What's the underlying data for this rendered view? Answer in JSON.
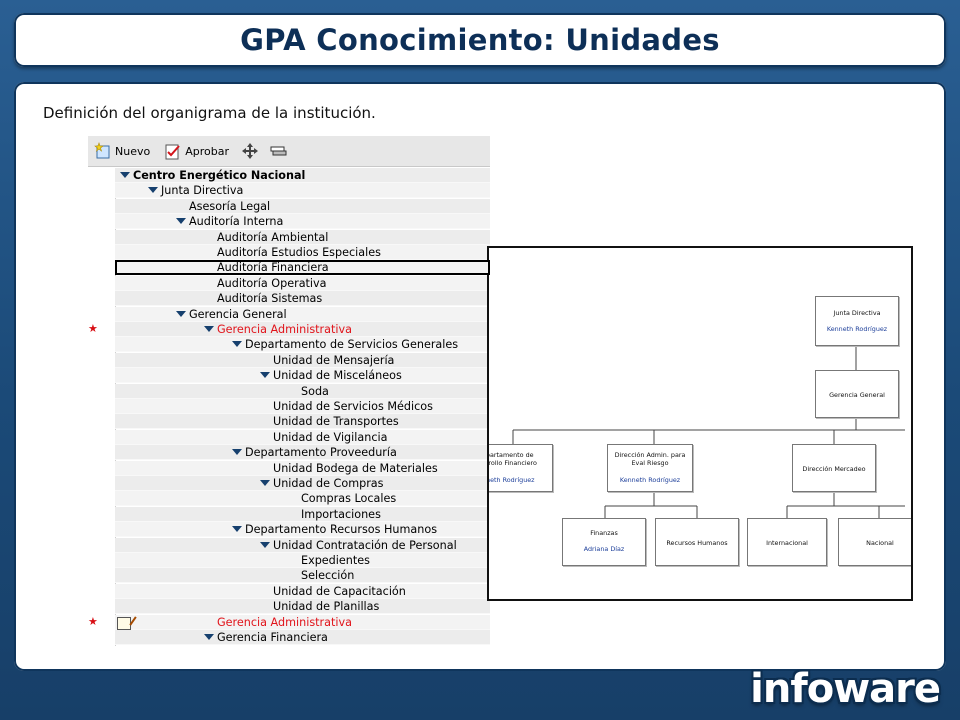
{
  "slide": {
    "title": "GPA Conocimiento: Unidades",
    "subtitle": "Definición del organigrama de la institución.",
    "logo": "infoware"
  },
  "toolbar": {
    "nuevo_label": "Nuevo",
    "aprobar_label": "Aprobar",
    "icons": [
      "new-icon",
      "approve-icon",
      "move-icon",
      "collapse-icon"
    ]
  },
  "tree": {
    "rows": [
      {
        "label": "Centro Energético Nacional",
        "level": 0,
        "expanded": true,
        "bold": true
      },
      {
        "label": "Junta Directiva",
        "level": 1,
        "expanded": true
      },
      {
        "label": "Asesoría Legal",
        "level": 2
      },
      {
        "label": "Auditoría Interna",
        "level": 2,
        "expanded": true
      },
      {
        "label": "Auditoría Ambiental",
        "level": 3
      },
      {
        "label": "Auditoría Estudios Especiales",
        "level": 3
      },
      {
        "label": "Auditoría Financiera",
        "level": 3,
        "selected": true
      },
      {
        "label": "Auditoría Operativa",
        "level": 3
      },
      {
        "label": "Auditoría Sistemas",
        "level": 3
      },
      {
        "label": "Gerencia General",
        "level": 2,
        "expanded": true
      },
      {
        "label": "Gerencia Administrativa",
        "level": 3,
        "expanded": true,
        "red": true,
        "star": true
      },
      {
        "label": "Departamento de Servicios Generales",
        "level": 4,
        "expanded": true
      },
      {
        "label": "Unidad de Mensajería",
        "level": 5
      },
      {
        "label": "Unidad de Misceláneos",
        "level": 5,
        "expanded": true
      },
      {
        "label": "Soda",
        "level": 6
      },
      {
        "label": "Unidad de Servicios Médicos",
        "level": 5
      },
      {
        "label": "Unidad de Transportes",
        "level": 5
      },
      {
        "label": "Unidad de Vigilancia",
        "level": 5
      },
      {
        "label": "Departamento Proveeduría",
        "level": 4,
        "expanded": true
      },
      {
        "label": "Unidad Bodega de Materiales",
        "level": 5
      },
      {
        "label": "Unidad de Compras",
        "level": 5,
        "expanded": true
      },
      {
        "label": "Compras Locales",
        "level": 6
      },
      {
        "label": "Importaciones",
        "level": 6
      },
      {
        "label": "Departamento Recursos Humanos",
        "level": 4,
        "expanded": true
      },
      {
        "label": "Unidad Contratación de Personal",
        "level": 5,
        "expanded": true
      },
      {
        "label": "Expedientes",
        "level": 6
      },
      {
        "label": "Selección",
        "level": 6
      },
      {
        "label": "Unidad de Capacitación",
        "level": 5
      },
      {
        "label": "Unidad de Planillas",
        "level": 5
      },
      {
        "label": "Gerencia Administrativa",
        "level": 3,
        "red": true,
        "star": true,
        "edit": true
      },
      {
        "label": "Gerencia Financiera",
        "level": 3,
        "expanded": true
      }
    ]
  },
  "orgchart": {
    "nodes": [
      {
        "id": "junta",
        "title": "Junta Directiva",
        "name": "Kenneth Rodríguez"
      },
      {
        "id": "gerencia",
        "title": "Gerencia General",
        "name": ""
      },
      {
        "id": "desarrollo",
        "title": "epartamento de\narrollo Financiero",
        "name": "nneth Rodríguez"
      },
      {
        "id": "admin",
        "title": "Dirección Admin. para\nEval Riesgo",
        "name": "Kenneth Rodríguez"
      },
      {
        "id": "mercadeo",
        "title": "Dirección Mercadeo",
        "name": ""
      },
      {
        "id": "finanzas",
        "title": "Finanzas",
        "name": "Adriana Díaz"
      },
      {
        "id": "rrhh",
        "title": "Recursos Humanos",
        "name": ""
      },
      {
        "id": "internacional",
        "title": "Internacional",
        "name": ""
      },
      {
        "id": "nacional",
        "title": "Nacional",
        "name": ""
      }
    ]
  }
}
